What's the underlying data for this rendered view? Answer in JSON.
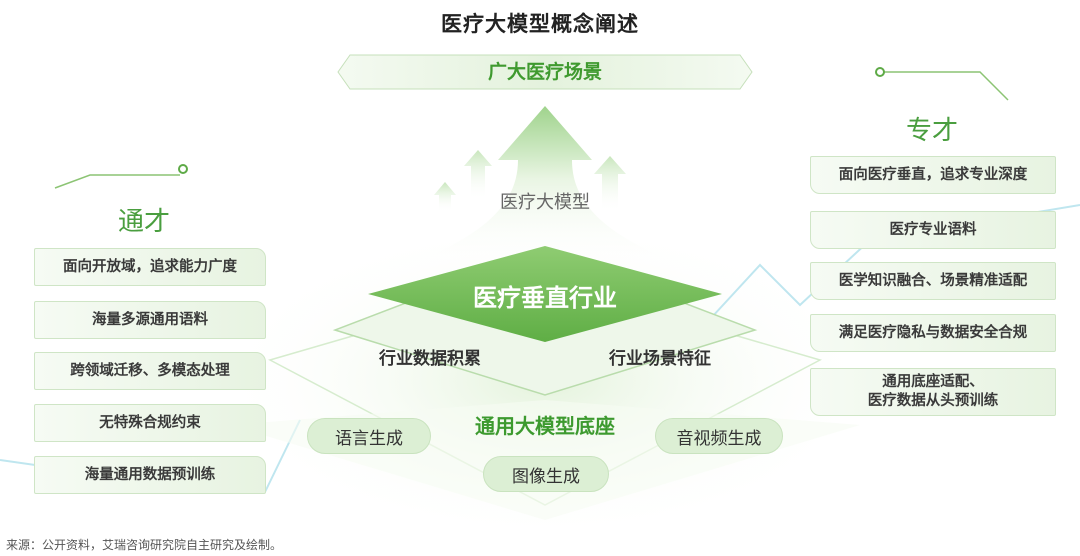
{
  "title": "医疗大模型概念阐述",
  "banner": "广大医疗场景",
  "arrow_label": "医疗大模型",
  "core": {
    "top": "医疗垂直行业",
    "left": "行业数据积累",
    "right": "行业场景特征",
    "base": "通用大模型底座"
  },
  "modalities": [
    "语言生成",
    "音视频生成",
    "图像生成"
  ],
  "left_panel": {
    "title": "通才",
    "items": [
      "面向开放域，追求能力广度",
      "海量多源通用语料",
      "跨领域迁移、多模态处理",
      "无特殊合规约束",
      "海量通用数据预训练"
    ]
  },
  "right_panel": {
    "title": "专才",
    "items": [
      "面向医疗垂直，追求专业深度",
      "医疗专业语料",
      "医学知识融合、场景精准适配",
      "满足医疗隐私与数据安全合规",
      "通用底座适配、\n医疗数据从头预训练"
    ]
  },
  "source": "来源：公开资料，艾瑞咨询研究院自主研究及绘制。",
  "colors": {
    "accent": "#4a9e3f",
    "light": "#dcefd4",
    "line": "#bfe6ef"
  }
}
